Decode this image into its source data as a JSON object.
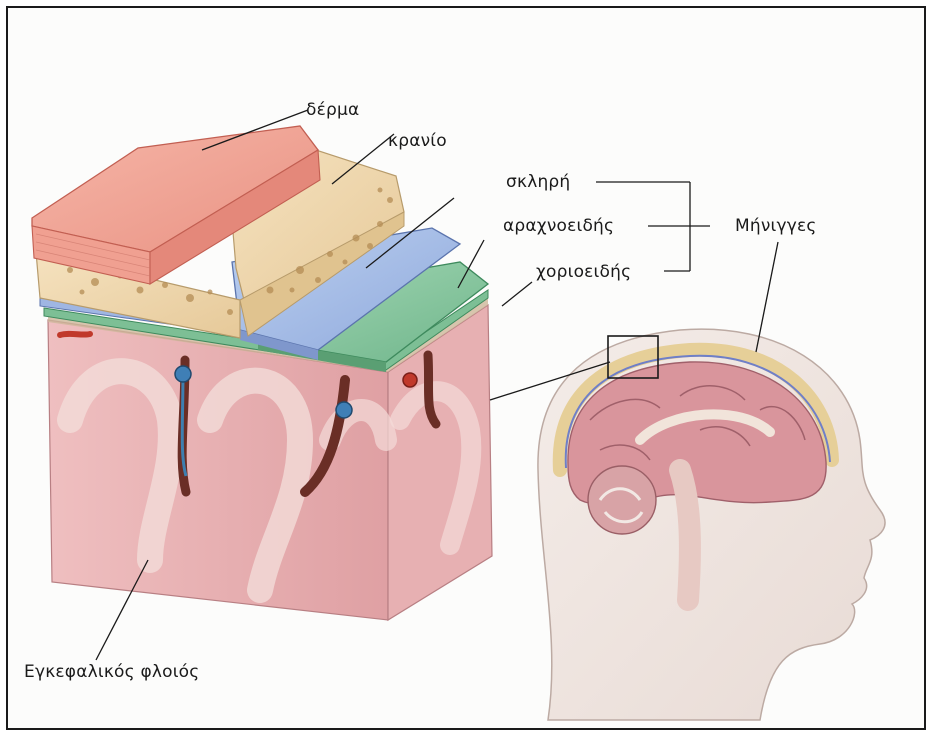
{
  "labels": {
    "skin": "δέρμα",
    "skull": "κρανίο",
    "dura": "σκληρή",
    "arachnoid": "αραχνοειδής",
    "pia": "χοριοειδής",
    "meninges": "Μήνιγγες",
    "cortex": "Εγκεφαλικός φλοιός"
  },
  "colors": {
    "skin": "#f0a79a",
    "skull": "#efd9b0",
    "dura": "#a9bfe6",
    "arachnoid": "#8fc9a5",
    "cortex": "#e7b2b4"
  }
}
